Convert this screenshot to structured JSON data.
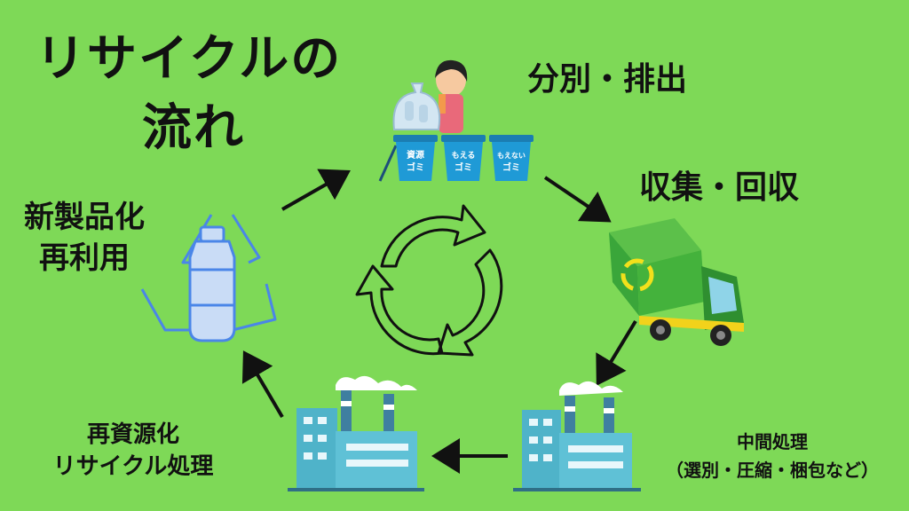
{
  "title": {
    "line1": "リサイクルの",
    "line2": "流れ"
  },
  "steps": {
    "sort": {
      "label": "分別・排出"
    },
    "collect": {
      "label": "収集・回収"
    },
    "intermediate": {
      "line1": "中間処理",
      "line2": "（選別・圧縮・梱包など）"
    },
    "recycle": {
      "line1": "再資源化",
      "line2": "リサイクル処理"
    },
    "newproduct": {
      "line1": "新製品化",
      "line2": "再利用"
    }
  },
  "bins": [
    {
      "line1": "資源",
      "line2": "ゴミ"
    },
    {
      "line1": "もえる",
      "line2": "ゴミ"
    },
    {
      "line1": "もえない",
      "line2": "ゴミ"
    }
  ],
  "colors": {
    "background": "#7ed957",
    "bin": "#1f9ad6",
    "truck": "#3aa63a",
    "bottle_outline": "#4a86e8",
    "factory": "#4fb3c9"
  }
}
